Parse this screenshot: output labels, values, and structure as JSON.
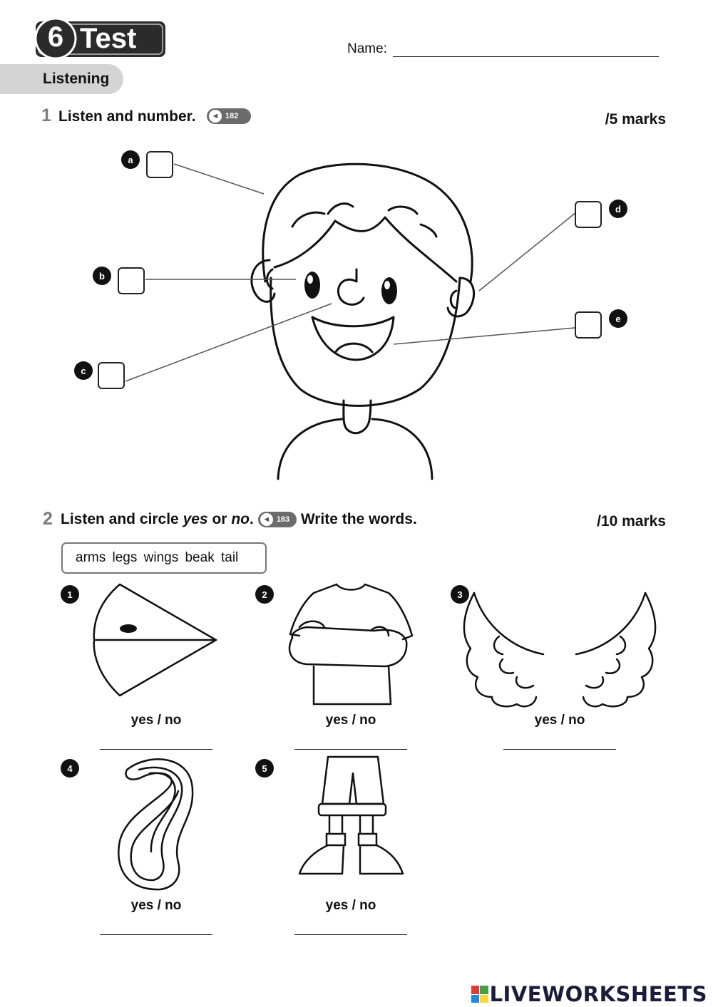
{
  "header": {
    "unit_number": "6",
    "test_label": "Test",
    "name_label": "Name:"
  },
  "section_tab": "Listening",
  "q1": {
    "number": "1",
    "instruction": "Listen and number.",
    "audio_track": "182",
    "marks": "/5 marks",
    "labels": [
      "a",
      "b",
      "c",
      "d",
      "e"
    ]
  },
  "q2": {
    "number": "2",
    "instruction_part1": "Listen and circle",
    "yes_word": "yes",
    "or_word": "or",
    "no_word": "no",
    "period": ".",
    "audio_track": "183",
    "instruction_part2": "Write the words.",
    "marks": "/10 marks",
    "word_bank": "arms  legs  wings  beak  tail",
    "items": [
      {
        "number": "1",
        "choice": "yes / no"
      },
      {
        "number": "2",
        "choice": "yes / no"
      },
      {
        "number": "3",
        "choice": "yes / no"
      },
      {
        "number": "4",
        "choice": "yes / no"
      },
      {
        "number": "5",
        "choice": "yes / no"
      }
    ]
  },
  "footer": {
    "brand": "LIVEWORKSHEETS",
    "logo_colors": [
      "#e53935",
      "#43a047",
      "#1e88e5",
      "#fdd835"
    ]
  }
}
